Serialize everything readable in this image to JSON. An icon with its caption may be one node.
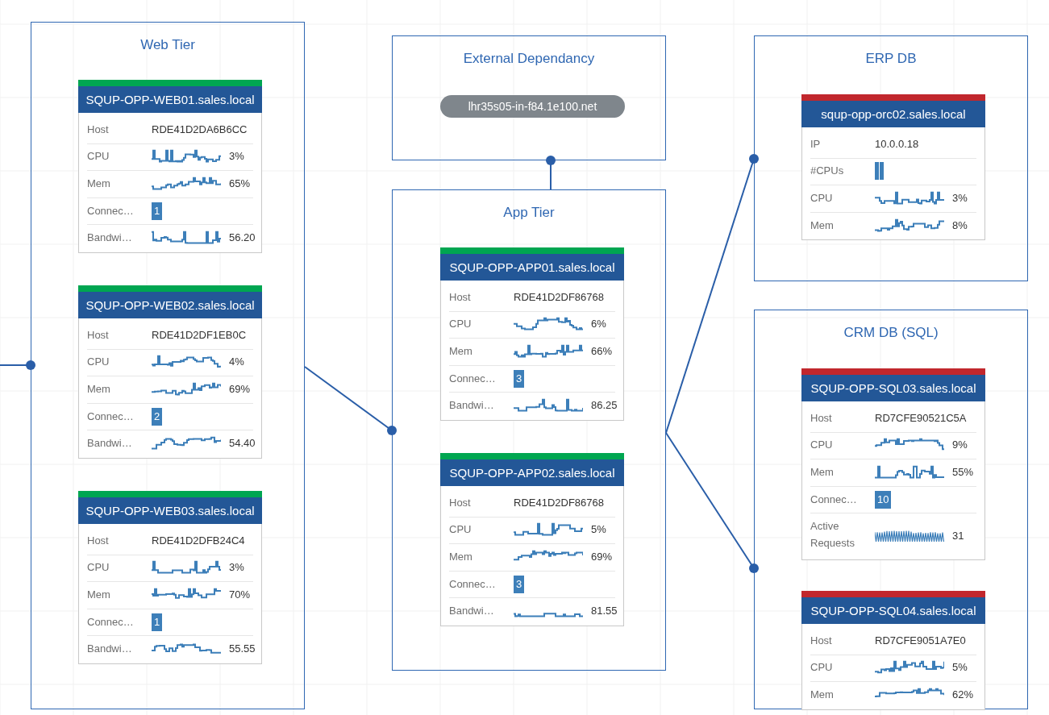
{
  "diagram": {
    "nodes": [
      {
        "text": [
          "Web Tier"
        ]
      },
      {
        "text": [
          "SQUP-OPP-WEB01.sales.local",
          "Host",
          "RDE41D2DA6B6CC",
          "CPU",
          "3%",
          "Mem",
          "65%",
          "Connec…",
          "1",
          "Bandwi…",
          "56.20"
        ],
        "in": 0
      },
      {
        "text": [
          "SQUP-OPP-WEB02.sales.local",
          "Host",
          "RDE41D2DF1EB0C",
          "CPU",
          "4%",
          "Mem",
          "69%",
          "Connec…",
          "2",
          "Bandwi…",
          "54.40"
        ],
        "in": 0
      },
      {
        "text": [
          "SQUP-OPP-WEB03.sales.local",
          "Host",
          "RDE41D2DFB24C4",
          "CPU",
          "3%",
          "Mem",
          "70%",
          "Connec…",
          "1",
          "Bandwi…",
          "55.55"
        ],
        "in": 0
      },
      {
        "text": [
          "External Dependancy"
        ]
      },
      {
        "text": [
          "lhr35s05-in-f84.1e100.net"
        ],
        "in": 4
      },
      {
        "text": [
          "App Tier"
        ]
      },
      {
        "text": [
          "SQUP-OPP-APP01.sales.local",
          "Host",
          "RDE41D2DF86768",
          "CPU",
          "6%",
          "Mem",
          "66%",
          "Connec…",
          "3",
          "Bandwi…",
          "86.25"
        ],
        "in": 6
      },
      {
        "text": [
          "SQUP-OPP-APP02.sales.local",
          "Host",
          "RDE41D2DF86768",
          "CPU",
          "5%",
          "Mem",
          "69%",
          "Connec…",
          "3",
          "Bandwi…",
          "81.55"
        ],
        "in": 6
      },
      {
        "text": [
          "ERP DB"
        ]
      },
      {
        "text": [
          "squp-opp-orc02.sales.local",
          "IP",
          "10.0.0.18",
          "#CPUs",
          "CPU",
          "3%",
          "Mem",
          "8%"
        ],
        "in": 9
      },
      {
        "text": [
          "CRM DB (SQL)"
        ]
      },
      {
        "text": [
          "SQUP-OPP-SQL03.sales.local",
          "Host",
          "RD7CFE90521C5A",
          "CPU",
          "9%",
          "Mem",
          "55%",
          "Connec…",
          "10",
          "Active Requests",
          "31"
        ],
        "in": 11
      },
      {
        "text": [
          "SQUP-OPP-SQL04.sales.local",
          "Host",
          "RD7CFE9051A7E0",
          "CPU",
          "5%",
          "Mem",
          "62%"
        ],
        "in": 11
      }
    ],
    "edges": [
      {
        "from": null,
        "to": 0,
        "arrow": "other"
      },
      {
        "from": 0,
        "to": 6,
        "arrow": "other"
      },
      {
        "from": 6,
        "to": 4,
        "arrow": "other"
      },
      {
        "from": 6,
        "to": 9,
        "arrow": "other"
      },
      {
        "from": 6,
        "to": 11,
        "arrow": "other"
      }
    ]
  }
}
